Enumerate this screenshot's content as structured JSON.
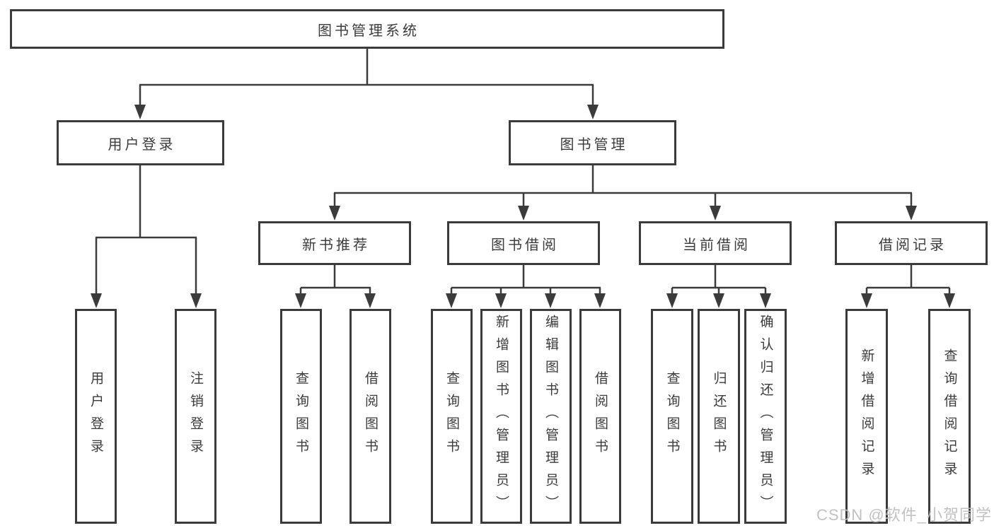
{
  "tree": {
    "label": "图书管理系统",
    "children": [
      {
        "label": "用户登录",
        "children": [
          {
            "label": "用户登录"
          },
          {
            "label": "注销登录"
          }
        ]
      },
      {
        "label": "图书管理",
        "children": [
          {
            "label": "新书推荐",
            "children": [
              {
                "label": "查询图书"
              },
              {
                "label": "借阅图书"
              }
            ]
          },
          {
            "label": "图书借阅",
            "children": [
              {
                "label": "查询图书"
              },
              {
                "label": "新增图书（管理员）"
              },
              {
                "label": "编辑图书（管理员）"
              },
              {
                "label": "借阅图书"
              }
            ]
          },
          {
            "label": "当前借阅",
            "children": [
              {
                "label": "查询图书"
              },
              {
                "label": "归还图书"
              },
              {
                "label": "确认归还（管理员）"
              }
            ]
          },
          {
            "label": "借阅记录",
            "children": [
              {
                "label": "新增借阅记录"
              },
              {
                "label": "查询借阅记录"
              }
            ]
          }
        ]
      }
    ]
  },
  "watermark": {
    "text": "CSDN @软件_小贺同学"
  },
  "colors": {
    "line": "#3b3b3b",
    "node_border": "#3b3b3b",
    "text": "#3b3b3b",
    "node_background": "#ffffff",
    "page_background": "#ffffff",
    "watermark": "#bebebe"
  }
}
